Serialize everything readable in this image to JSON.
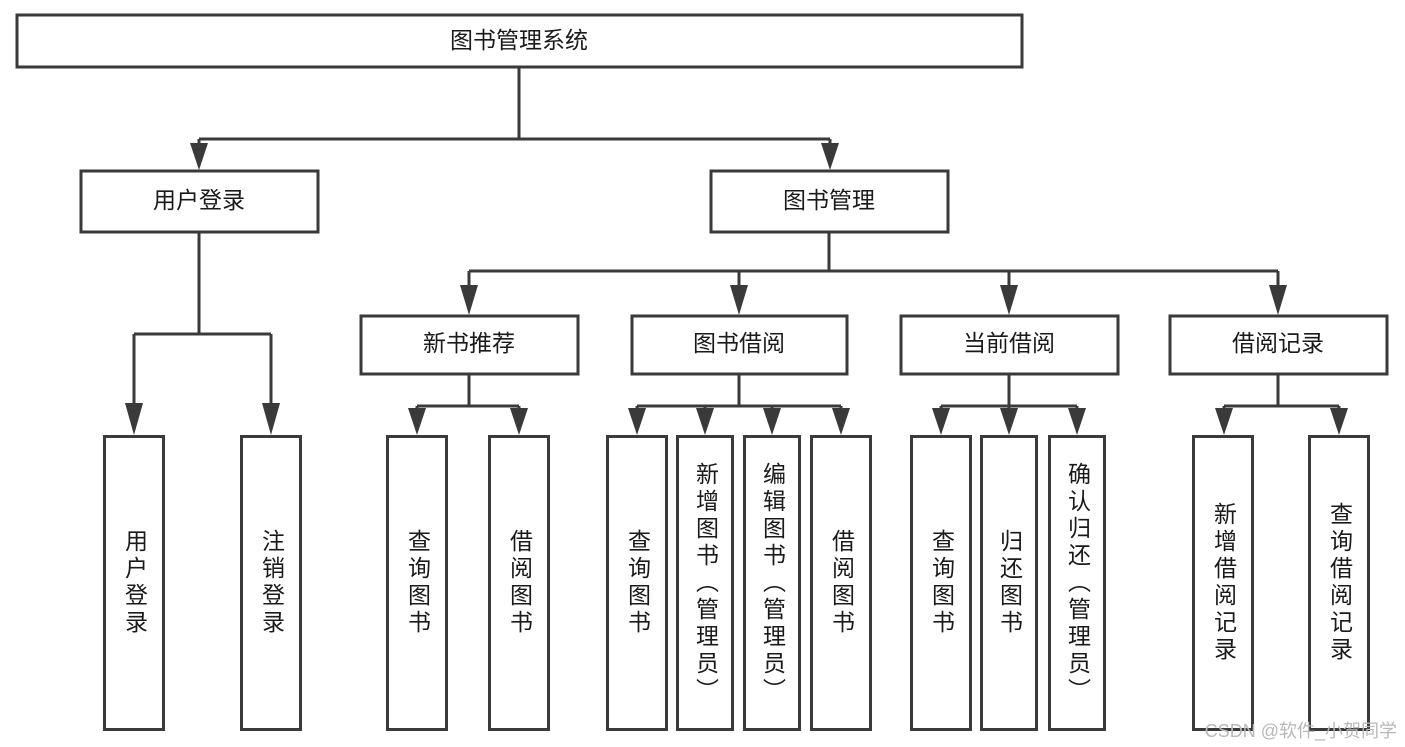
{
  "diagram": {
    "title_node": {
      "label": "图书管理系统"
    },
    "level2": [
      {
        "id": "user-login",
        "label": "用户登录"
      },
      {
        "id": "book-management",
        "label": "图书管理"
      }
    ],
    "level3": [
      {
        "id": "new-book-recommend",
        "label": "新书推荐"
      },
      {
        "id": "book-borrow",
        "label": "图书借阅"
      },
      {
        "id": "current-borrow",
        "label": "当前借阅"
      },
      {
        "id": "borrow-record",
        "label": "借阅记录"
      }
    ],
    "leaves": [
      {
        "id": "user-login-leaf",
        "label": "用户登录",
        "parent": "user-login"
      },
      {
        "id": "logout-login-leaf",
        "label": "注销登录",
        "parent": "user-login"
      },
      {
        "id": "query-book-recommend",
        "label": "查询图书",
        "parent": "new-book-recommend"
      },
      {
        "id": "borrow-book-recommend",
        "label": "借阅图书",
        "parent": "new-book-recommend"
      },
      {
        "id": "query-book-borrow",
        "label": "查询图书",
        "parent": "book-borrow"
      },
      {
        "id": "add-book-admin",
        "label": "新增图书（管理员）",
        "parent": "book-borrow"
      },
      {
        "id": "edit-book-admin",
        "label": "编辑图书（管理员）",
        "parent": "book-borrow"
      },
      {
        "id": "borrow-book-borrow",
        "label": "借阅图书",
        "parent": "book-borrow"
      },
      {
        "id": "query-book-current",
        "label": "查询图书",
        "parent": "current-borrow"
      },
      {
        "id": "return-book-current",
        "label": "归还图书",
        "parent": "current-borrow"
      },
      {
        "id": "confirm-return-admin",
        "label": "确认归还（管理员）",
        "parent": "current-borrow"
      },
      {
        "id": "add-borrow-record",
        "label": "新增借阅记录",
        "parent": "borrow-record"
      },
      {
        "id": "query-borrow-record",
        "label": "查询借阅记录",
        "parent": "borrow-record"
      }
    ],
    "colors": {
      "box_stroke": "#3a3a3a",
      "box_fill": "#ffffff",
      "text": "#1a1a1a",
      "connector": "#3a3a3a",
      "watermark": "#b8b8b8"
    }
  },
  "watermark": {
    "text": "CSDN @软件_小贺同学"
  }
}
